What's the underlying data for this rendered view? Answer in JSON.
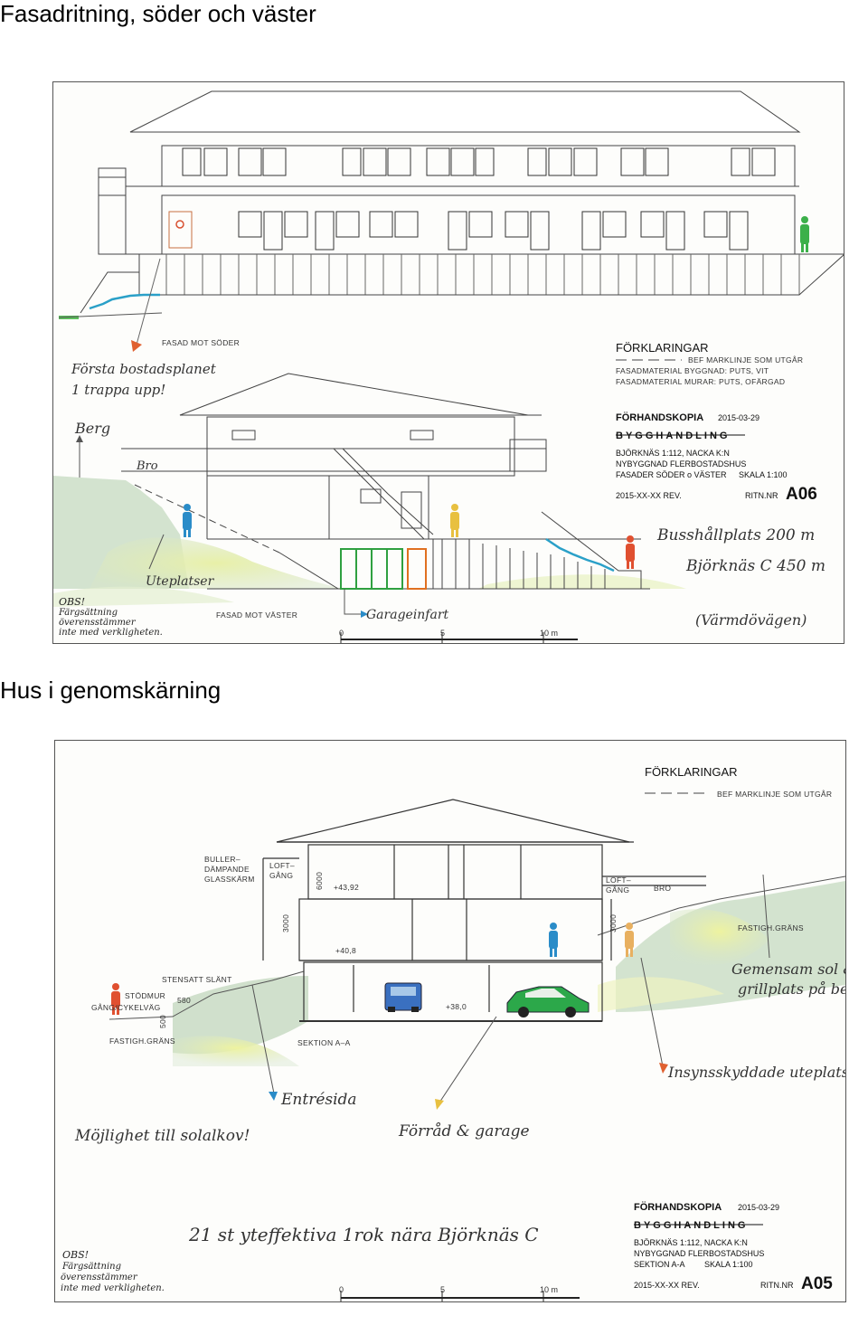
{
  "headings": {
    "facade": "Fasadritning, söder och väster",
    "section": "Hus i genomskärning"
  },
  "sheet1": {
    "label_south": "FASAD MOT SÖDER",
    "label_west": "FASAD MOT VÄSTER",
    "note_first_floor": "Första bostadsplanet",
    "note_stairs": "1 trappa upp!",
    "note_berg": "Berg",
    "note_bro": "Bro",
    "note_uteplatser": "Uteplatser",
    "note_garage": "Garageinfart",
    "note_bus": "Busshållplats 200 m",
    "note_bjorknas": "Björknäs C 450 m",
    "note_road": "(Värmdövägen)",
    "obs_1": "OBS!",
    "obs_2": "Färgsättning",
    "obs_3": "överensstämmer",
    "obs_4": "inte med verkligheten.",
    "legend_title": "FÖRKLARINGAR",
    "legend_line": "BEF MARKLINJE SOM UTGÅR",
    "legend_mat1": "FASADMATERIAL BYGGNAD: PUTS, VIT",
    "legend_mat2": "FASADMATERIAL MURAR: PUTS, OFÄRGAD",
    "stamp_title": "FÖRHANDSKOPIA",
    "stamp_date": "2015-03-29",
    "stamp_type": "BYGGHANDLING",
    "stamp_l1": "BJÖRKNÄS 1:112, NACKA K:N",
    "stamp_l2": "NYBYGGNAD FLERBOSTADSHUS",
    "stamp_l3": "FASADER SÖDER o VÄSTER",
    "stamp_scale": "SKALA 1:100",
    "stamp_rev": "2015-XX-XX  REV.",
    "stamp_ritn": "RITN.NR",
    "stamp_no": "A06",
    "scale_0": "0",
    "scale_5": "5",
    "scale_10": "10 m"
  },
  "sheet2": {
    "legend_title": "FÖRKLARINGAR",
    "legend_line": "BEF MARKLINJE SOM UTGÅR",
    "lbl_buller1": "BULLER–",
    "lbl_buller2": "DÄMPANDE",
    "lbl_buller3": "GLASSKÄRM",
    "lbl_loft1": "LOFT–",
    "lbl_loft2": "GÅNG",
    "lbl_loft3": "LOFT–",
    "lbl_loft4": "GÅNG",
    "lbl_bro": "BRO",
    "lbl_6000": "6000",
    "lbl_3000a": "3000",
    "lbl_3000b": "3000",
    "lbl_4392": "+43,92",
    "lbl_408": "+40,8",
    "lbl_380": "+38,0",
    "lbl_fastigh_r": "FASTIGH.GRÄNS",
    "lbl_fastigh_l": "FASTIGH.GRÄNS",
    "lbl_stensatt": "STENSATT SLÄNT",
    "lbl_stodmur": "STÖDMUR",
    "lbl_gang": "GÅNG/CYKELVÄG",
    "lbl_580": "580",
    "lbl_500": "500",
    "lbl_section": "SEKTION  A–A",
    "note_gemensam1": "Gemensam sol &",
    "note_gemensam2": "grillplats på berget",
    "note_insyn": "Insynsskyddade uteplatser!",
    "note_entre": "Entrésida",
    "note_forrad": "Förråd & garage",
    "note_mojlighet": "Möjlighet till solalkov!",
    "note_21": "21 st yteffektiva 1rok nära Björknäs C",
    "obs_1": "OBS!",
    "obs_2": "Färgsättning",
    "obs_3": "överensstämmer",
    "obs_4": "inte med verkligheten.",
    "stamp_title": "FÖRHANDSKOPIA",
    "stamp_date": "2015-03-29",
    "stamp_type": "BYGGHANDLING",
    "stamp_l1": "BJÖRKNÄS 1:112, NACKA K:N",
    "stamp_l2": "NYBYGGNAD FLERBOSTADSHUS",
    "stamp_l3": "SEKTION  A-A",
    "stamp_scale": "SKALA 1:100",
    "stamp_rev": "2015-XX-XX  REV.",
    "stamp_ritn": "RITN.NR",
    "stamp_no": "A05",
    "scale_0": "0",
    "scale_5": "5",
    "scale_10": "10 m"
  }
}
